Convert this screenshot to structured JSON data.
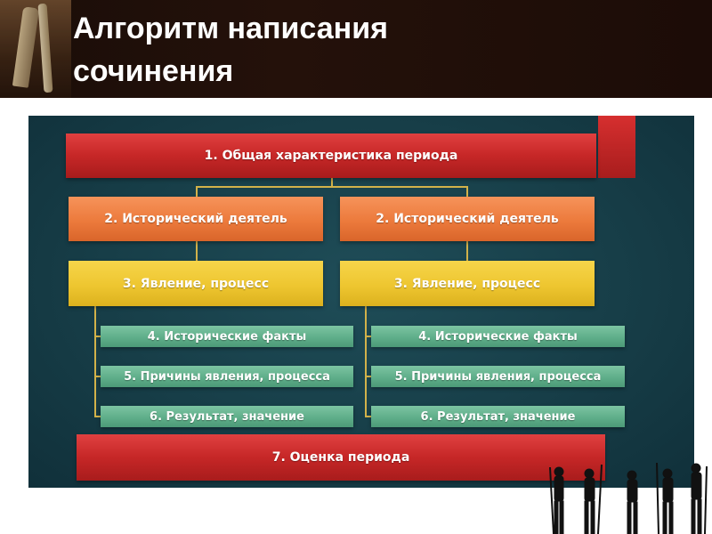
{
  "slide": {
    "title": "Алгоритм написания\nсочинения"
  },
  "diagram": {
    "top": "1. Общая характеристика периода",
    "left": {
      "figure": "2. Исторический деятель",
      "phenomenon": "3. Явление, процесс",
      "facts": "4. Исторические факты",
      "causes": "5. Причины явления, процесса",
      "result": "6. Результат, значение"
    },
    "right": {
      "figure": "2. Исторический деятель",
      "phenomenon": "3. Явление, процесс",
      "facts": "4. Исторические факты",
      "causes": "5. Причины явления, процесса",
      "result": "6. Результат, значение"
    },
    "bottom": "7. Оценка периода"
  },
  "colors": {
    "red": "#c62727",
    "orange": "#ec7a3c",
    "yellow": "#eec630",
    "green": "#5fae8a",
    "panel": "#173e48",
    "connector": "#d2b24a"
  }
}
